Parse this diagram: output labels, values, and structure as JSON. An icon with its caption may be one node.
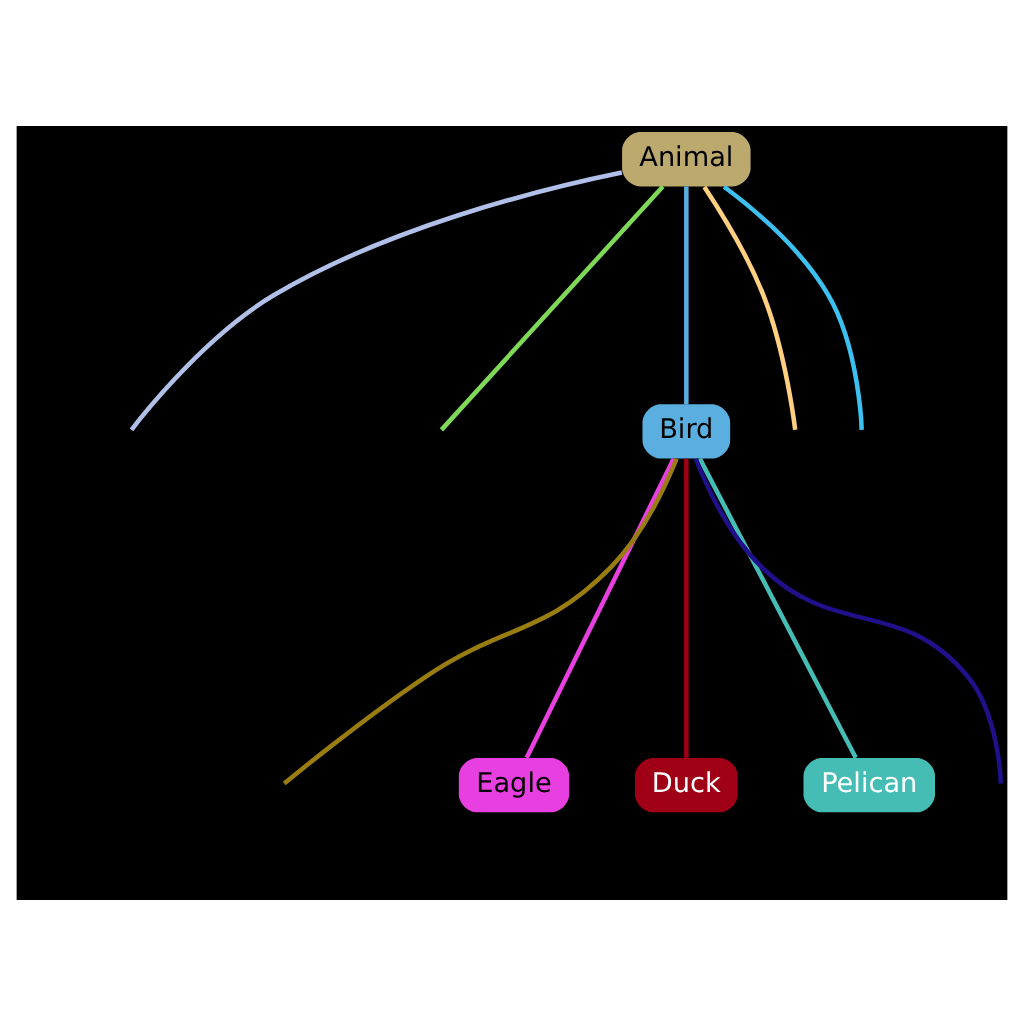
{
  "diagram": {
    "nodes": [
      {
        "text": [
          "Animal"
        ]
      },
      {
        "text": [
          "Bird"
        ]
      },
      {
        "text": [
          "Eagle"
        ]
      },
      {
        "text": [
          "Duck"
        ]
      },
      {
        "text": [
          "Pelican"
        ]
      }
    ],
    "edges": [
      {
        "from": 0,
        "to": null,
        "arrow": "none",
        "color": "#b0c0e8"
      },
      {
        "from": 0,
        "to": null,
        "arrow": "none",
        "color": "#7ed957"
      },
      {
        "from": 0,
        "to": 1,
        "arrow": "none",
        "color": "#5aafe0"
      },
      {
        "from": 0,
        "to": null,
        "arrow": "none",
        "color": "#3cc0f0"
      },
      {
        "from": 0,
        "to": null,
        "arrow": "none",
        "color": "#ffd080"
      },
      {
        "from": 1,
        "to": null,
        "arrow": "none",
        "color": "#9a7d10"
      },
      {
        "from": 1,
        "to": 2,
        "arrow": "none",
        "color": "#e83fe0"
      },
      {
        "from": 1,
        "to": 3,
        "arrow": "none",
        "color": "#a00015"
      },
      {
        "from": 1,
        "to": 4,
        "arrow": "none",
        "color": "#45bdb5"
      },
      {
        "from": 1,
        "to": null,
        "arrow": "none",
        "color": "#20108a"
      }
    ]
  }
}
